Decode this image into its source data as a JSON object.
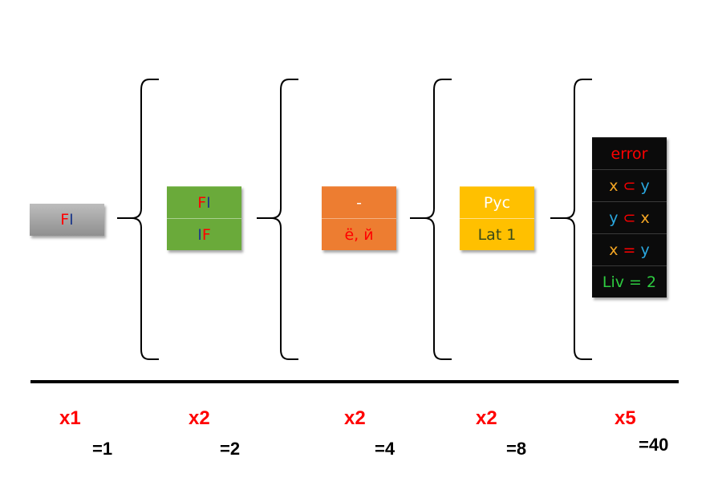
{
  "colors": {
    "red": "#ff0000",
    "blue": "#1f3a8a",
    "cyan": "#2aa8e0",
    "orange_text": "#f5a623",
    "green_text": "#2ecc40"
  },
  "level0": {
    "a": "F",
    "b": "I"
  },
  "level1": {
    "row1": {
      "a": "F",
      "b": "I"
    },
    "row2": {
      "a": "I",
      "b": "F"
    }
  },
  "level2": {
    "row1": "-",
    "row2": "ё, й"
  },
  "level3": {
    "row1": "Рус",
    "row2": "Lat 1"
  },
  "level4": {
    "error": "error",
    "subset1": {
      "x": "x",
      "op": "⊂",
      "y": "y"
    },
    "subset2": {
      "x": "y",
      "op": "⊂",
      "y": "x"
    },
    "equal": {
      "x": "x",
      "op": "=",
      "y": "y"
    },
    "liv": "Liv = 2"
  },
  "multipliers": [
    {
      "mult": "x1",
      "result": "=1"
    },
    {
      "mult": "x2",
      "result": "=2"
    },
    {
      "mult": "x2",
      "result": "=4"
    },
    {
      "mult": "x2",
      "result": "=8"
    },
    {
      "mult": "x5",
      "result": "=40"
    }
  ]
}
